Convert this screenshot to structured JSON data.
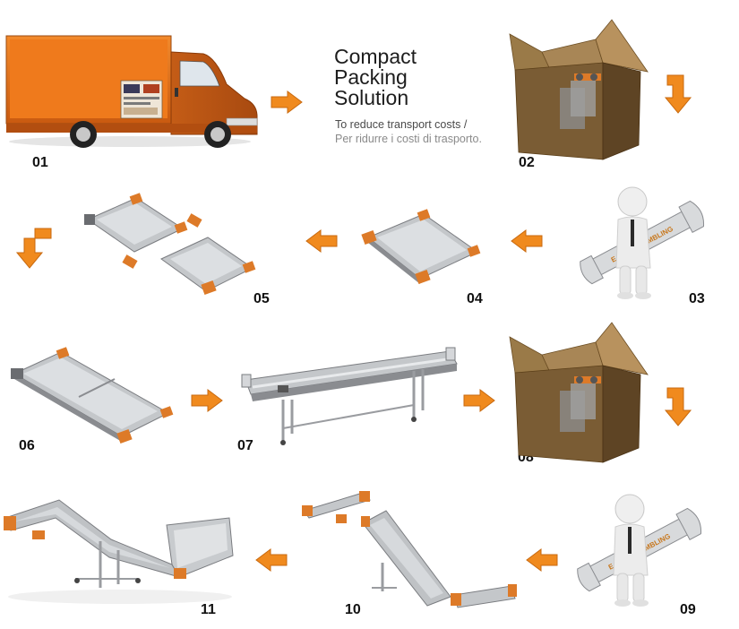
{
  "title": {
    "line1": "Compact",
    "line2": "Packing",
    "line3": "Solution"
  },
  "subtitle": {
    "en": "To reduce transport costs /",
    "it": "Per ridurre i costi di trasporto."
  },
  "steps": [
    "01",
    "02",
    "03",
    "04",
    "05",
    "06",
    "07",
    "08",
    "09",
    "10",
    "11"
  ],
  "wrench_text": "EASY ASSEMBLING",
  "colors": {
    "arrow_orange": "#f08a1e",
    "van_orange": "#e8701a",
    "box_brown": "#8a6a3c",
    "conveyor_grey": "#b8bcc0"
  }
}
